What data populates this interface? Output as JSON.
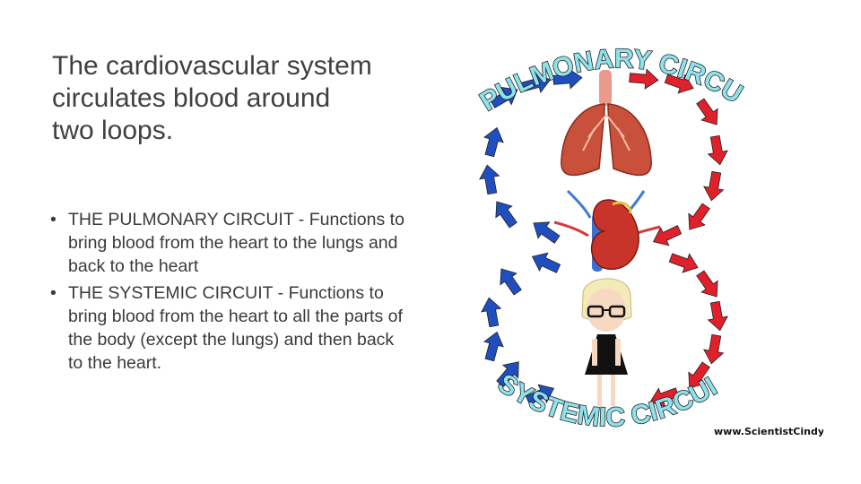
{
  "slide": {
    "title": "The cardiovascular system\ncirculates blood around\ntwo loops.",
    "bullets": [
      "THE PULMONARY CIRCUIT - Functions to bring blood from the heart to the lungs and back to the heart",
      "THE SYSTEMIC CIRCUIT - Functions to bring blood from the heart to all the parts of the body (except  the lungs)  and then back to the heart."
    ],
    "bullet_glyph": "•"
  },
  "figure": {
    "top_label": "PULMONARY CIRCUIT",
    "bottom_label": "SYSTEMIC CIRCUIT",
    "watermark": "www.ScientistCindy.com",
    "colors": {
      "oxygenated_arrow": "#e0202a",
      "deoxygenated_arrow": "#1f4fbf",
      "label_fill": "#8fe1ec",
      "label_stroke": "#1a1a1a",
      "lungs": "#c9513c",
      "heart": "#c8342a"
    },
    "icons": [
      "lungs-icon",
      "heart-icon",
      "person-icon"
    ]
  }
}
